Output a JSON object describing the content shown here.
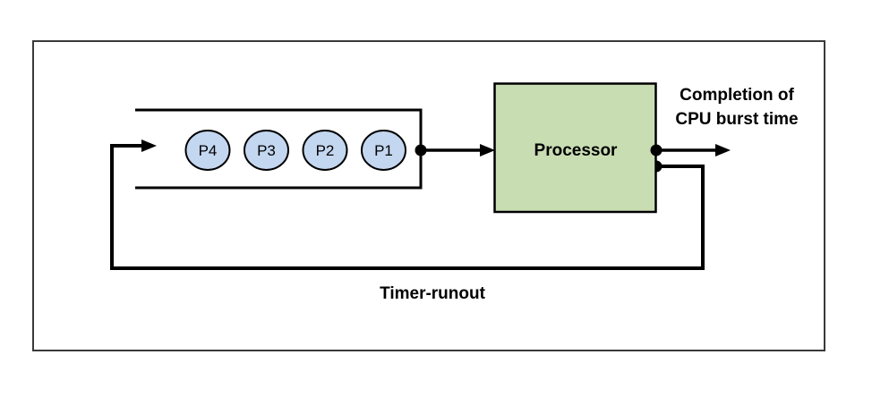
{
  "diagram": {
    "type": "round-robin-cpu-scheduling",
    "queue": {
      "processes": [
        "P4",
        "P3",
        "P2",
        "P1"
      ]
    },
    "processor": {
      "label": "Processor"
    },
    "labels": {
      "completion_line1": "Completion of",
      "completion_line2": "CPU burst time",
      "timer": "Timer-runout"
    }
  },
  "colors": {
    "process_fill": "#c4d7f0",
    "processor_fill": "#c9ddb3",
    "line": "#000000",
    "frame_border": "#3a3a3a"
  }
}
